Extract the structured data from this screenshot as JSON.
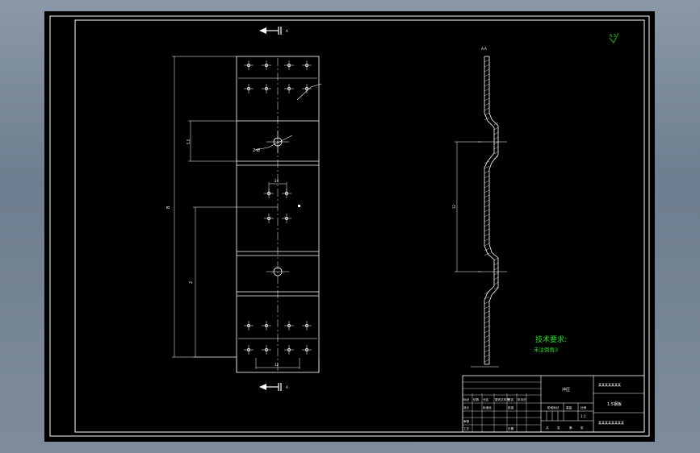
{
  "view_markers": {
    "top": "A",
    "bottom": "A",
    "side_top": "A-A"
  },
  "dimensions": {
    "overall": "B",
    "center_span": "2",
    "local": "12",
    "slot": "5.5",
    "side_span": "12",
    "pitch": "24"
  },
  "notes": {
    "thickness": "2-Ø",
    "stamp": "A-A"
  },
  "roughness": "6.3",
  "tech_req": {
    "title": "技术要求:",
    "line1": "未注倒角3"
  },
  "title_block": {
    "part_name": "冲压",
    "drawing_no": "某某某某某某某",
    "material": "1.5钢板",
    "company": "某某某某某某某某",
    "left_cells": [
      "标记",
      "处数",
      "分区",
      "更改文件号",
      "签名",
      "年月日",
      "设计",
      "审核",
      "工艺",
      "标准化",
      "批准",
      "日期"
    ],
    "stage_labels": [
      "阶段标记",
      "重量",
      "比例"
    ],
    "sheet_labels": [
      "共",
      "张",
      "第",
      "张"
    ],
    "scale": "1:1"
  }
}
